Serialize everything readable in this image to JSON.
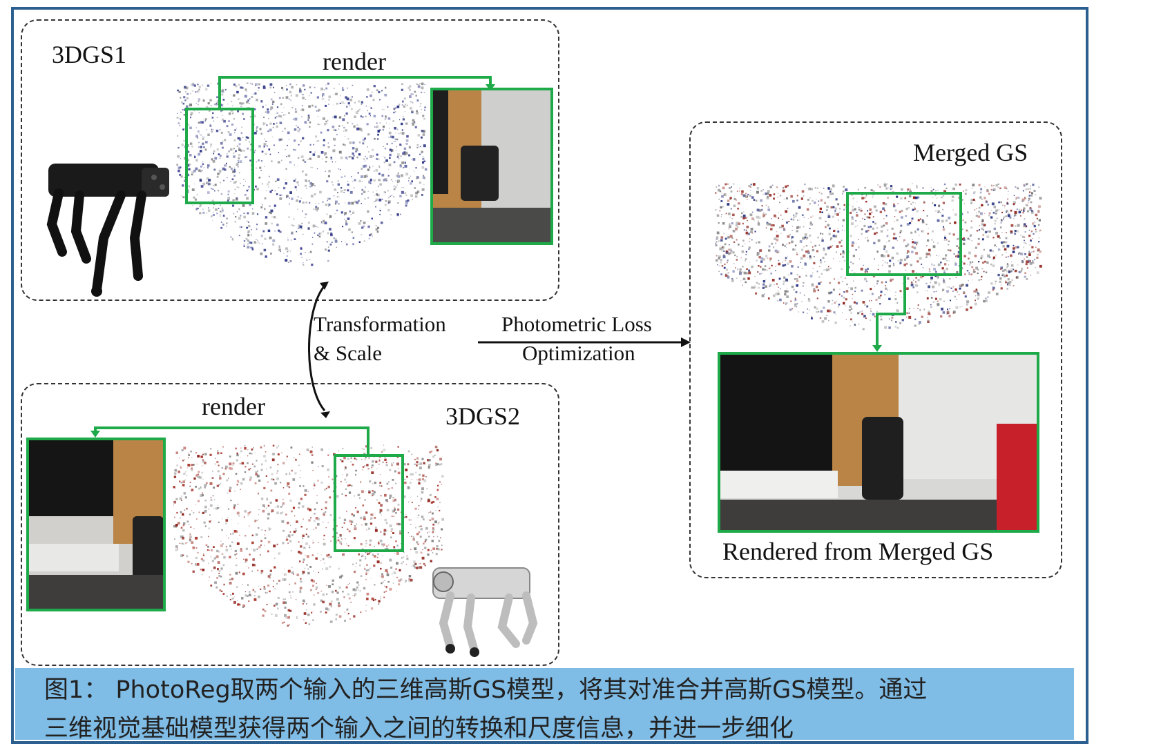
{
  "panels": {
    "top_left": {
      "title": "3DGS1",
      "render_label": "render"
    },
    "bottom_left": {
      "title": "3DGS2",
      "render_label": "render"
    },
    "right": {
      "title": "Merged GS",
      "image_caption": "Rendered from Merged GS"
    }
  },
  "arrows": {
    "transformation_line1": "Transformation",
    "transformation_line2": "& Scale",
    "photometric_line1": "Photometric Loss",
    "photometric_line2": "Optimization"
  },
  "caption": {
    "line1": "图1： PhotoReg取两个输入的三维高斯GS模型，将其对准合并高斯GS模型。通过",
    "line2": "三维视觉基础模型获得两个输入之间的转换和尺度信息，并进一步细化"
  },
  "colors": {
    "frame": "#2b5f8f",
    "highlight_box": "#1faa4a",
    "caption_bg": "#7fbce6",
    "cloud_blue": "#1e2a7a",
    "cloud_red": "#8b1a12"
  },
  "icons": [
    "robot-dog-dark-icon",
    "robot-dog-light-icon",
    "point-cloud-blue",
    "point-cloud-red",
    "point-cloud-merged"
  ]
}
